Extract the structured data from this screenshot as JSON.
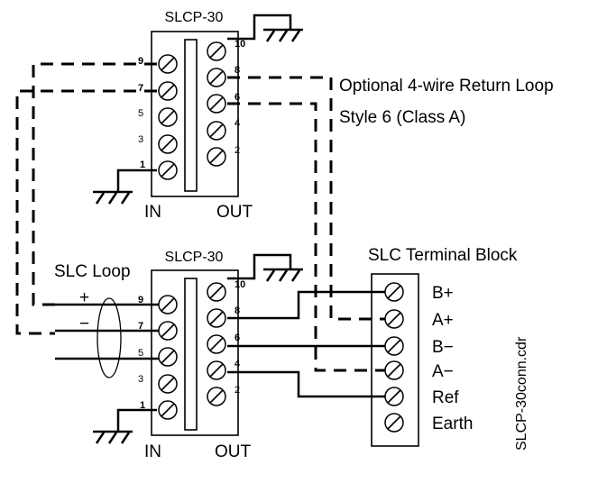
{
  "top_module": {
    "title": "SLCP-30",
    "in_label": "IN",
    "out_label": "OUT",
    "left_pins": [
      "9",
      "7",
      "5",
      "3",
      "1"
    ],
    "right_pins": [
      "10",
      "8",
      "6",
      "4",
      "2"
    ]
  },
  "bottom_module": {
    "title": "SLCP-30",
    "in_label": "IN",
    "out_label": "OUT",
    "left_pins": [
      "9",
      "7",
      "5",
      "3",
      "1"
    ],
    "right_pins": [
      "10",
      "8",
      "6",
      "4",
      "2"
    ]
  },
  "labels": {
    "optional_return": "Optional 4-wire Return Loop",
    "style_class": "Style 6 (Class A)",
    "slc_loop": "SLC Loop",
    "plus": "+",
    "minus": "−",
    "terminal_block_title": "SLC Terminal Block",
    "file_name": "SLCP-30conn.cdr"
  },
  "terminal_block": {
    "terminals": [
      "B+",
      "A+",
      "B−",
      "A−",
      "Ref",
      "Earth"
    ]
  }
}
